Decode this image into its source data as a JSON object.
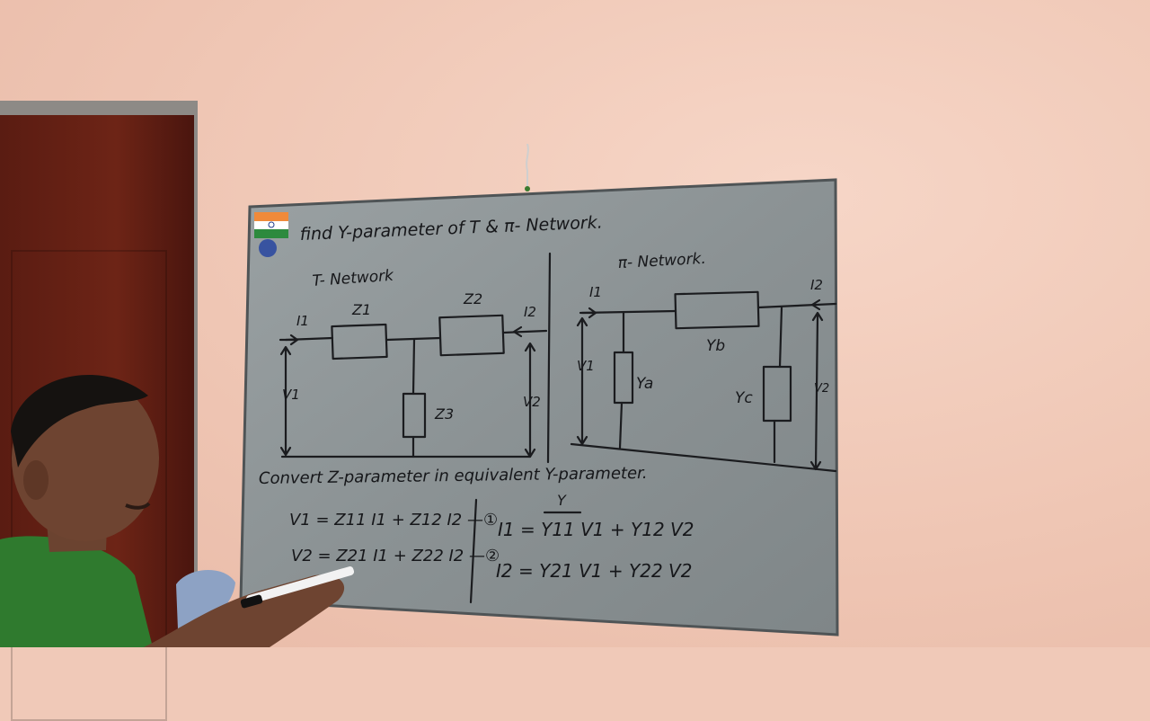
{
  "board": {
    "title": "find Y-parameter of T & π- Network.",
    "t_network": {
      "heading": "T- Network",
      "labels": {
        "z1": "Z1",
        "z2": "Z2",
        "z3": "Z3",
        "i1": "I1",
        "i2": "I2",
        "v1": "V1",
        "v2": "V2"
      }
    },
    "pi_network": {
      "heading": "π- Network.",
      "labels": {
        "i1": "I1",
        "i2": "I2",
        "v1": "V1",
        "v2": "V2",
        "ya": "Ya",
        "yb": "Yb",
        "yc": "Yc"
      }
    },
    "instruction": "Convert Z-parameter in equivalent Y-parameter.",
    "equations": {
      "z_eq1": "V1 = Z11 I1 + Z12 I2 —①",
      "z_eq2": "V2 = Z21 I1 + Z22 I2 —②",
      "y_header": "Y",
      "y_eq1": "I1 = Y11 V1 + Y12 V2",
      "y_eq2": "I2 = Y21 V1 + Y22 V2"
    }
  },
  "colors": {
    "wall": "#f0c9b8",
    "board": "#8e9597",
    "board_frame": "#5a5e60",
    "chalk": "#1b1c1f",
    "shirt": "#2f7a2e",
    "door": "#6d2416"
  }
}
